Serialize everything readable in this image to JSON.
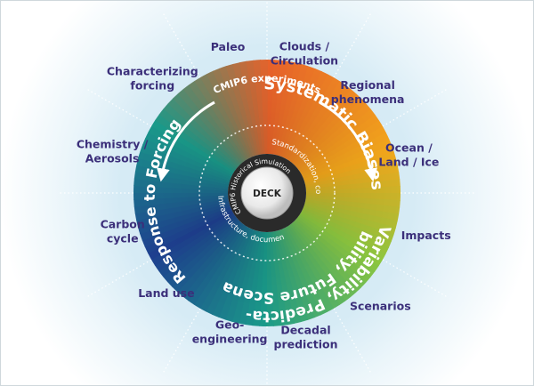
{
  "outer_topics": [
    {
      "lines": [
        "Clouds /",
        "Circulation"
      ]
    },
    {
      "lines": [
        "Regional",
        "phenomena"
      ]
    },
    {
      "lines": [
        "Ocean /",
        "Land / Ice"
      ]
    },
    {
      "lines": [
        "Impacts"
      ]
    },
    {
      "lines": [
        "Scenarios"
      ]
    },
    {
      "lines": [
        "Decadal",
        "prediction"
      ]
    },
    {
      "lines": [
        "Geo-",
        "engineering"
      ]
    },
    {
      "lines": [
        "Land use"
      ]
    },
    {
      "lines": [
        "Carbon",
        "cycle"
      ]
    },
    {
      "lines": [
        "Chemistry /",
        "Aerosols"
      ]
    },
    {
      "lines": [
        "Characterizing",
        "forcing"
      ]
    },
    {
      "lines": [
        "Paleo"
      ]
    }
  ],
  "ring": {
    "top_label": "CMIP6 experiments",
    "systematic_biases": "Systematic Biases",
    "response_to_forcing": "Response to Forcing",
    "variability_line1": "Variability, Predicta-",
    "variability_line2": "bility, Future Scenarios"
  },
  "inner": {
    "historical": "CMIP6 Historical Simulation",
    "standardization": "Standardization, coordination",
    "infrastructure": "Infrastructure, documentation"
  },
  "core": {
    "label": "DECK"
  },
  "colors": {
    "label_text": "#3b2f7a",
    "orange": "#e8622a",
    "yellow": "#f2a71b",
    "green": "#8cc63f",
    "teal": "#1a9a8a",
    "blue": "#1e3f8f"
  }
}
